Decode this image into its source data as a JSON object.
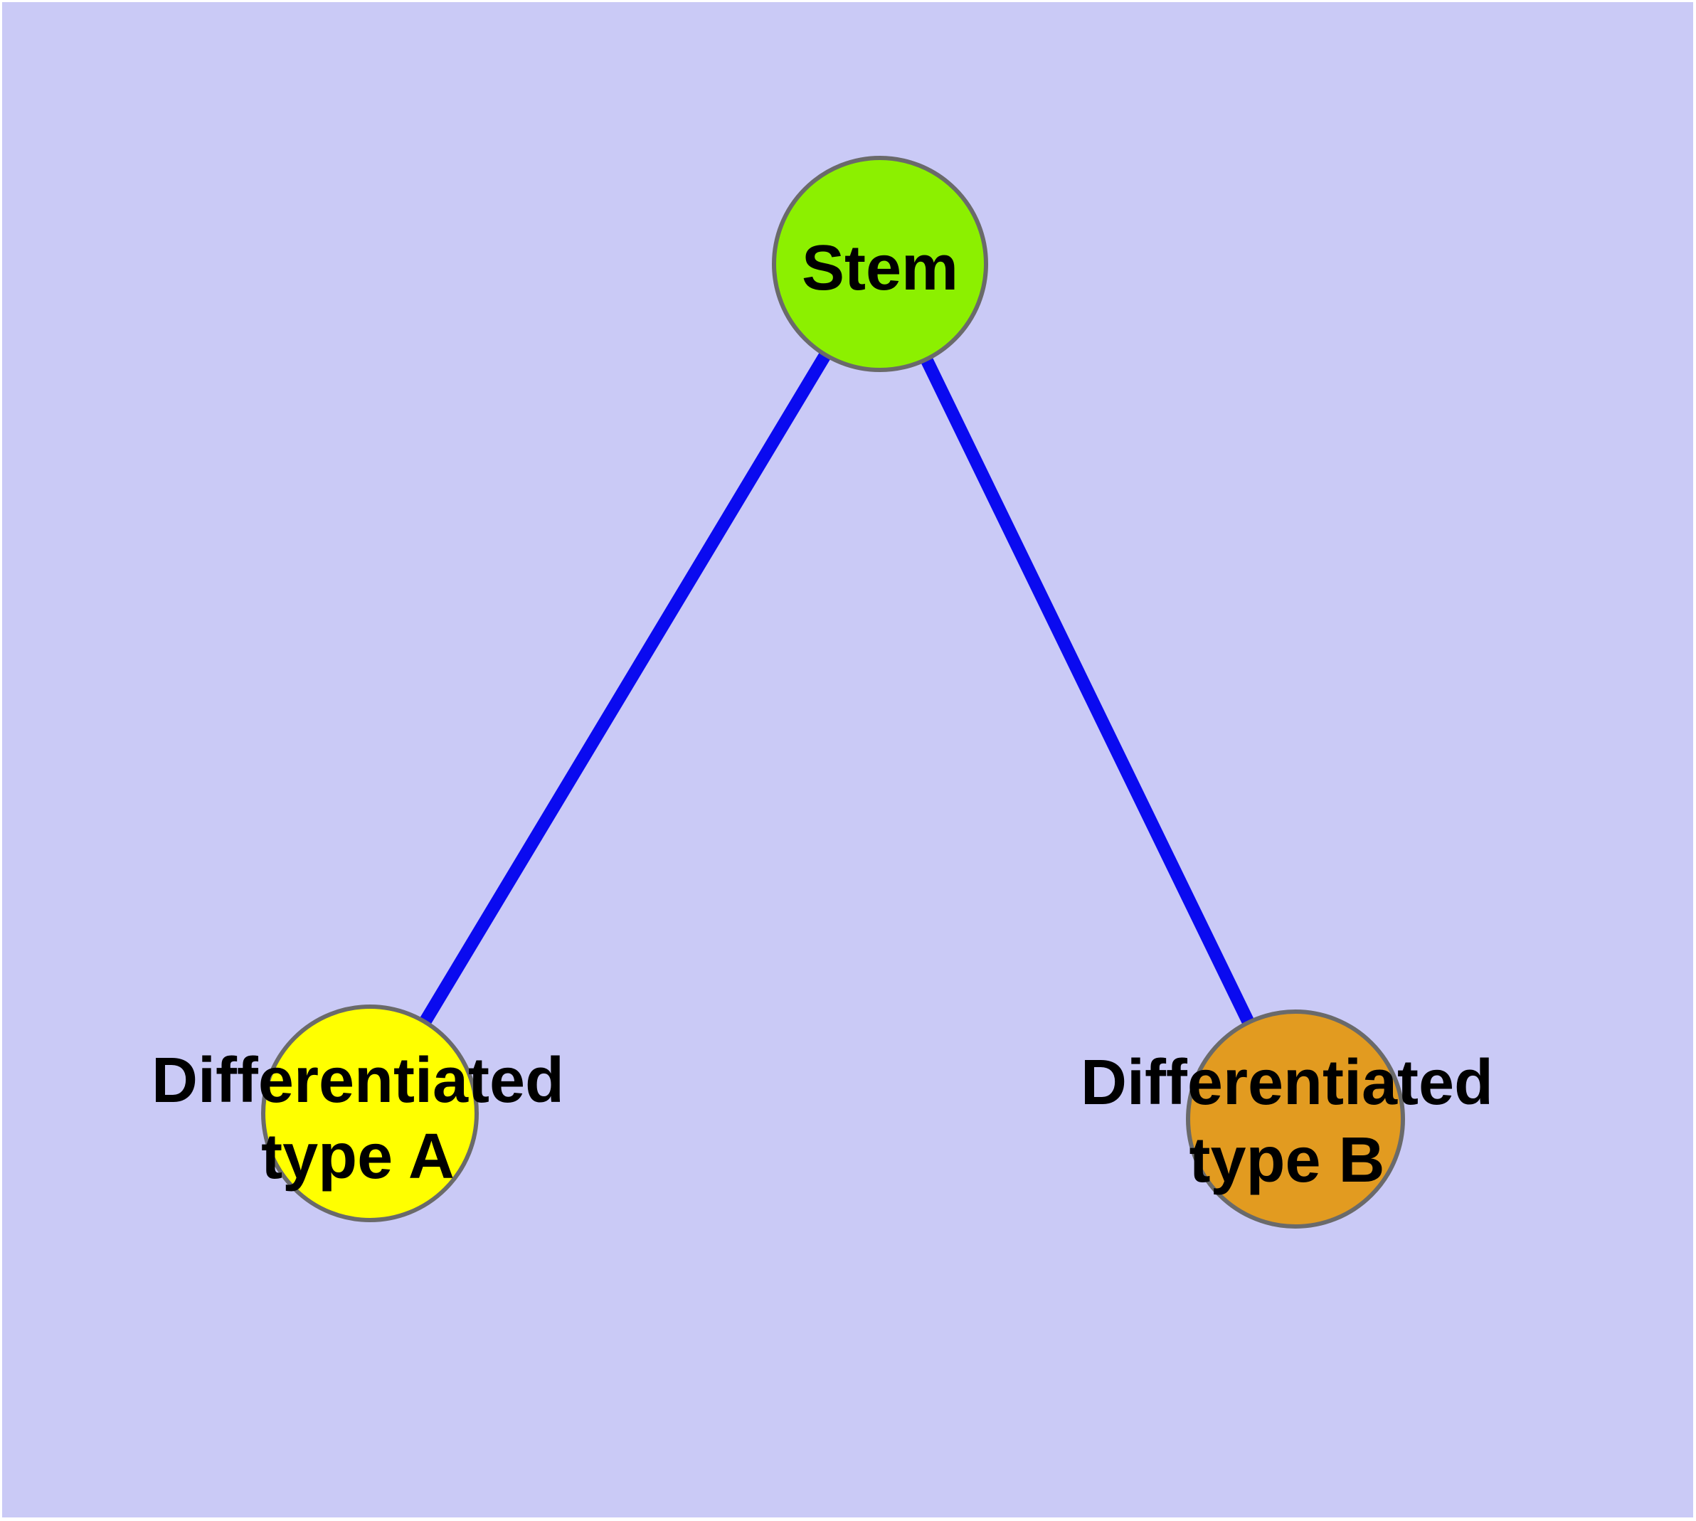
{
  "diagram": {
    "background_color": "#CACAF6",
    "frame_color": "#FFFFFF",
    "node_border_color": "#6A6A6A",
    "edge_color": "#0A0AF0",
    "label_color": "#000000",
    "nodes": [
      {
        "id": "stem",
        "label": "Stem",
        "fill_color": "#8CF000"
      },
      {
        "id": "differentiated-type-a",
        "label": "Differentiated type A",
        "label_line1": "Differentiated",
        "label_line2": "type A",
        "fill_color": "#FFFF00"
      },
      {
        "id": "differentiated-type-b",
        "label": "Differentiated type B",
        "label_line1": "Differentiated",
        "label_line2": "type B",
        "fill_color": "#E29B20"
      }
    ],
    "edges": [
      {
        "from": "Stem",
        "to": "Differentiated type A"
      },
      {
        "from": "Stem",
        "to": "Differentiated type B"
      }
    ]
  }
}
